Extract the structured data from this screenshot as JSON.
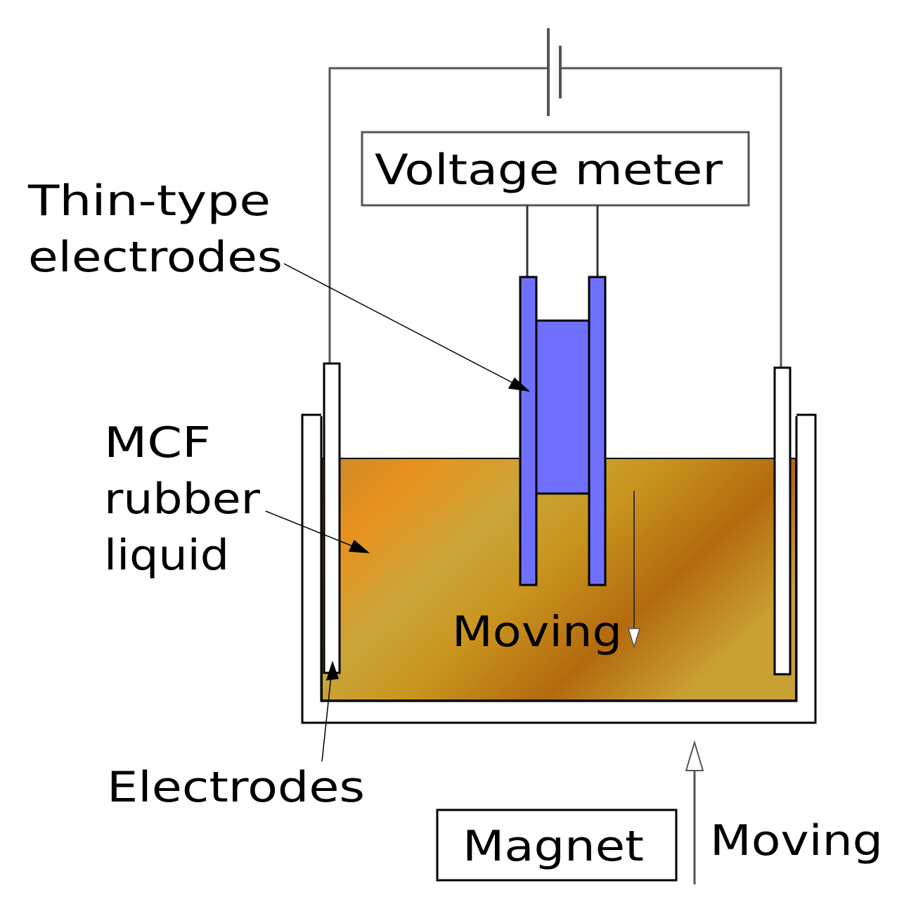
{
  "labels": {
    "voltage_meter": "Voltage meter",
    "thin_type_line1": "Thin-type",
    "thin_type_line2": "electrodes",
    "mcf_line1": "MCF",
    "mcf_line2": "rubber",
    "mcf_line3": "liquid",
    "moving_inner": "Moving",
    "electrodes": "Electrodes",
    "magnet": "Magnet",
    "moving_outer": "Moving"
  },
  "colors": {
    "liquid_light": "#e8921e",
    "liquid_mid": "#c9a033",
    "liquid_dark": "#b36a0e",
    "electrode_fill": "#7070ff",
    "stroke": "#000000",
    "wire": "#555555"
  }
}
